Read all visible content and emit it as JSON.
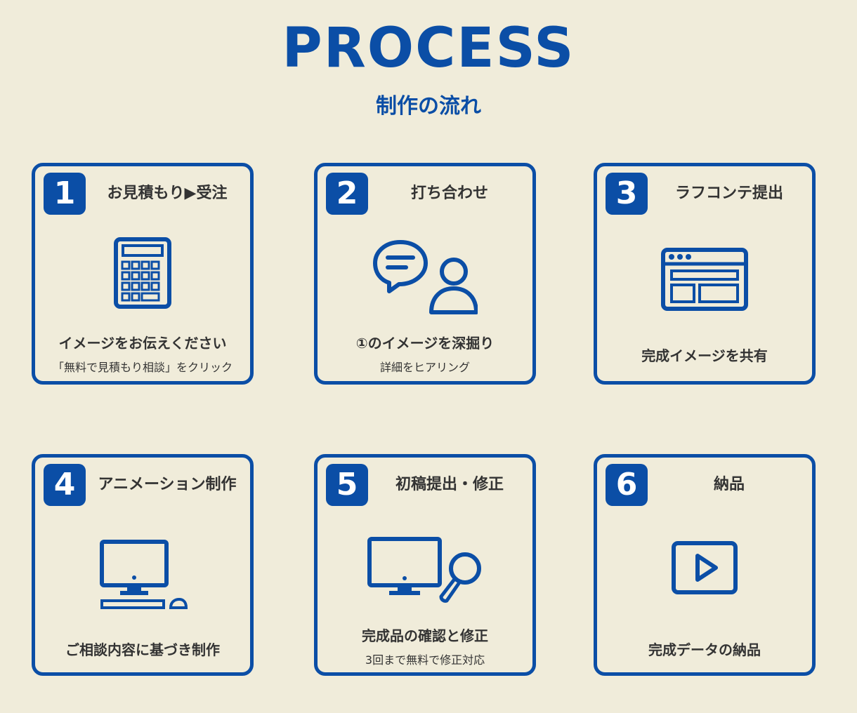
{
  "header": {
    "title": "PROCESS",
    "subtitle": "制作の流れ"
  },
  "colors": {
    "accent": "#0b4ea6",
    "background": "#f0ecda",
    "text": "#333333"
  },
  "steps": [
    {
      "number": "1",
      "title": "お見積もり▶受注",
      "icon": "calculator-icon",
      "desc": "イメージをお伝えください",
      "sub": "「無料で見積もり相談」をクリック"
    },
    {
      "number": "2",
      "title": "打ち合わせ",
      "icon": "chat-person-icon",
      "desc": "①のイメージを深掘り",
      "sub": "詳細をヒアリング"
    },
    {
      "number": "3",
      "title": "ラフコンテ提出",
      "icon": "browser-window-icon",
      "desc": "完成イメージを共有",
      "sub": ""
    },
    {
      "number": "4",
      "title": "アニメーション制作",
      "icon": "desktop-computer-icon",
      "desc": "ご相談内容に基づき制作",
      "sub": ""
    },
    {
      "number": "5",
      "title": "初稿提出・修正",
      "icon": "monitor-magnifier-icon",
      "desc": "完成品の確認と修正",
      "sub": "3回まで無料で修正対応"
    },
    {
      "number": "6",
      "title": "納品",
      "icon": "video-play-icon",
      "desc": "完成データの納品",
      "sub": ""
    }
  ]
}
